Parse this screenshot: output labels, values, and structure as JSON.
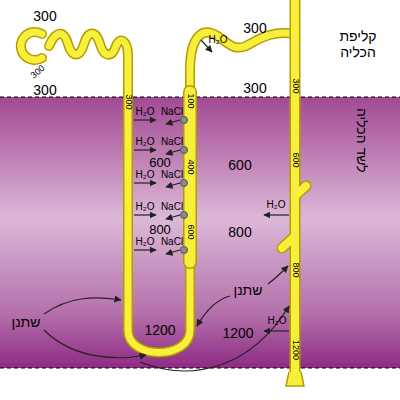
{
  "diagram": {
    "nodes": [
      {
        "text": [
          "קליפת הכליה"
        ]
      },
      {
        "text": [
          "לשד הכליה"
        ]
      }
    ],
    "labels": [
      "300",
      "300",
      "300",
      "300",
      "100",
      "H₂O",
      "300",
      "300",
      "300",
      "H₂O",
      "H₂O",
      "H₂O",
      "H₂O",
      "H₂O",
      "NaCl",
      "NaCl",
      "NaCl",
      "NaCl",
      "NaCl",
      "600",
      "400",
      "600",
      "600",
      "H₂O",
      "800",
      "800",
      "800",
      "600",
      "שתנן",
      "שתנן",
      "1200",
      "1200",
      "1200",
      "H₂O"
    ]
  }
}
